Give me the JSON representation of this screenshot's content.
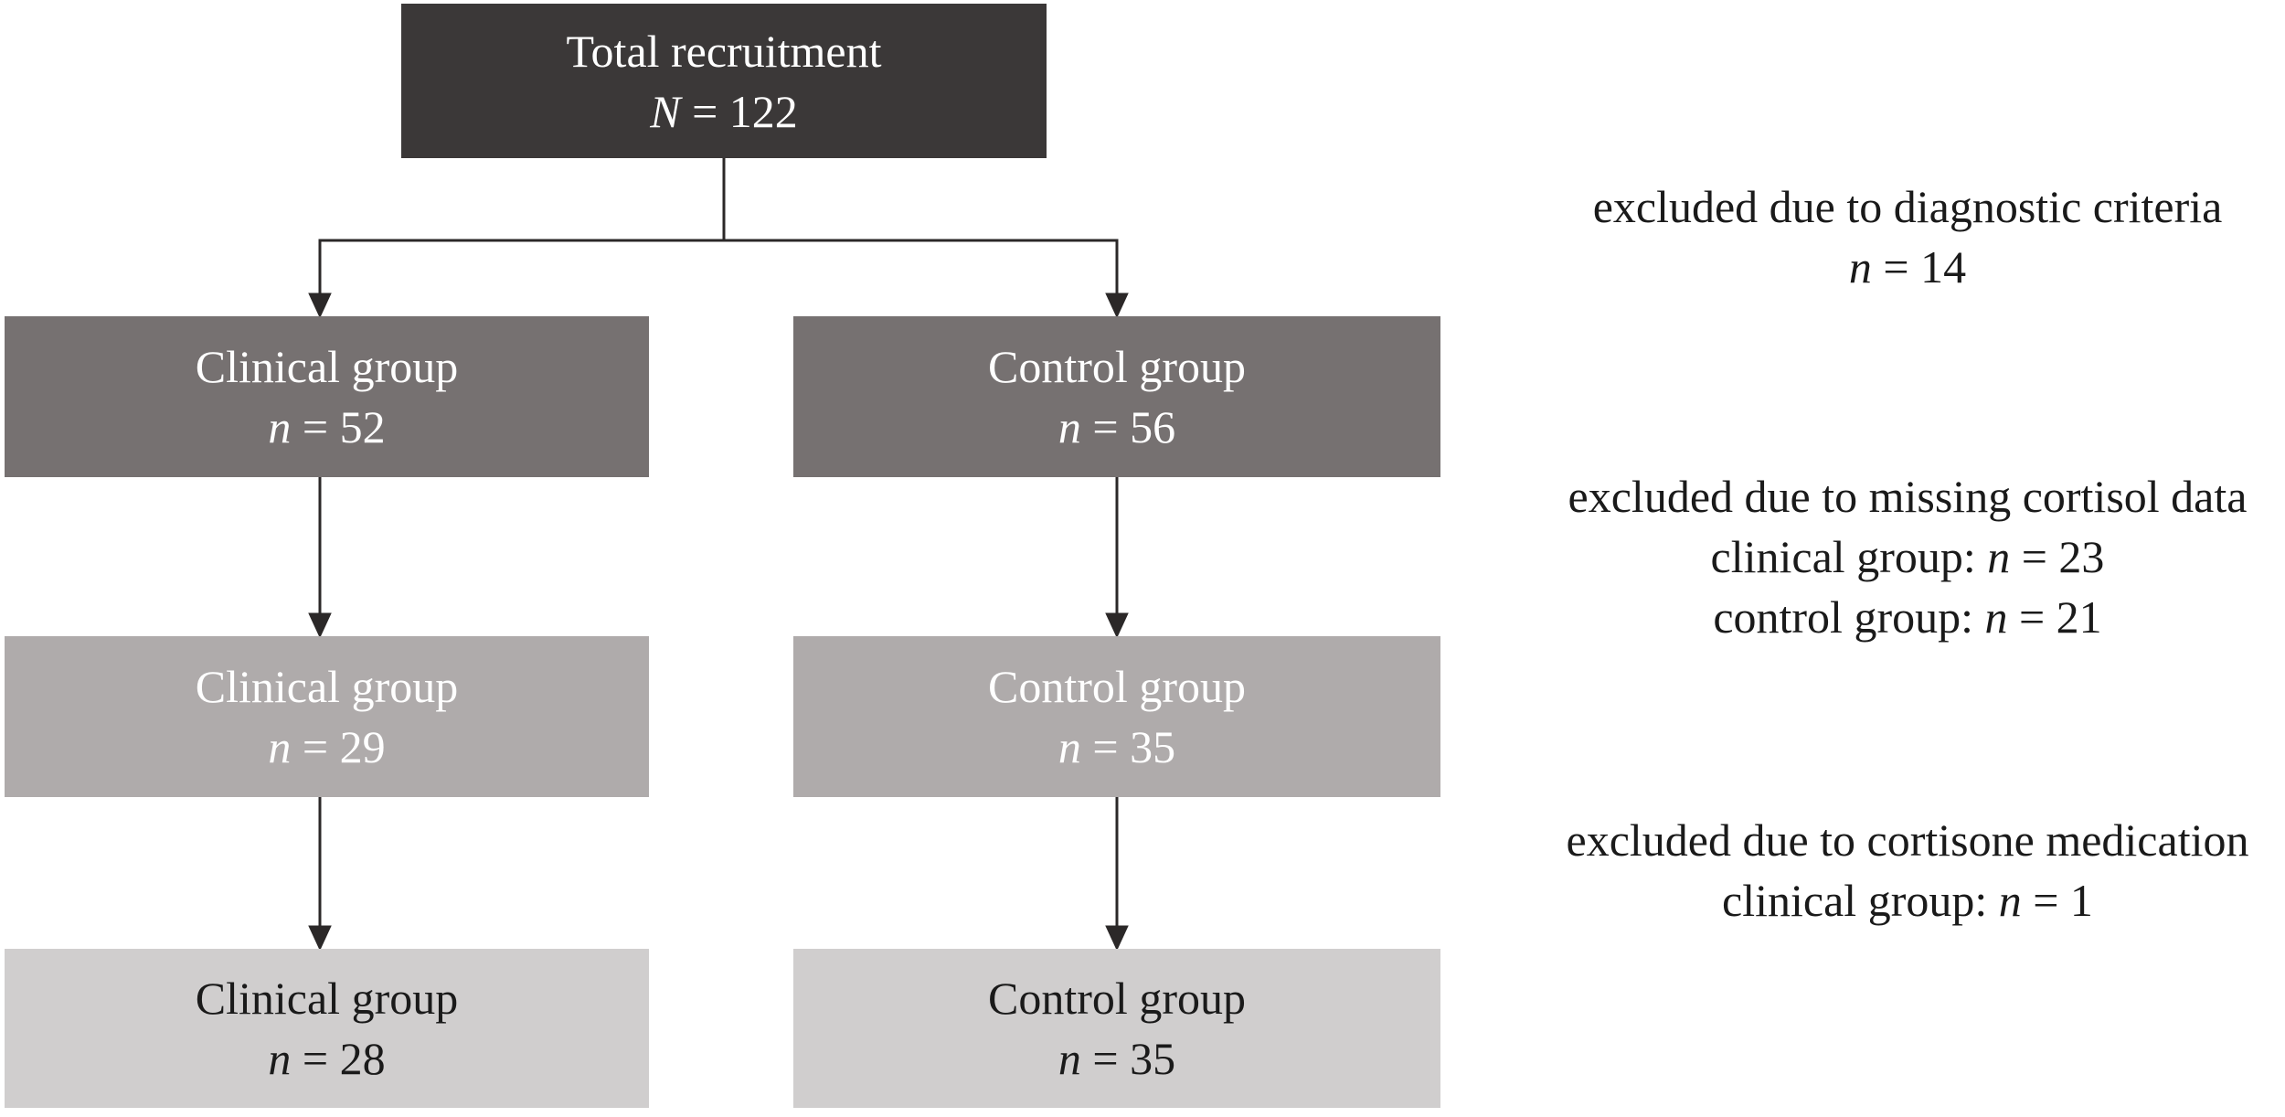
{
  "palette": {
    "background": "#FFFFFF",
    "level1": "#3B3838",
    "level2": "#767171",
    "level3": "#AFABAB",
    "level4": "#D0CECE",
    "connector": "#2B2828",
    "text_light": "#FFFFFF",
    "text_dark": "#1A1A1A"
  },
  "nodes": {
    "total": {
      "title": "Total recruitment",
      "n_symbol": "N",
      "n_rest": " = 122"
    },
    "clinical_52": {
      "title": "Clinical group",
      "n_symbol": "n",
      "n_rest": " = 52"
    },
    "control_56": {
      "title": "Control group",
      "n_symbol": "n",
      "n_rest": " = 56"
    },
    "clinical_29": {
      "title": "Clinical group",
      "n_symbol": "n",
      "n_rest": " = 29"
    },
    "control_35_mid": {
      "title": "Control group",
      "n_symbol": "n",
      "n_rest": " = 35"
    },
    "clinical_28": {
      "title": "Clinical group",
      "n_symbol": "n",
      "n_rest": " = 28"
    },
    "control_35_final": {
      "title": "Control group",
      "n_symbol": "n",
      "n_rest": " = 35"
    }
  },
  "annotations": {
    "diagnostic": {
      "line1": "excluded due to diagnostic criteria",
      "line2_symbol": "n",
      "line2_rest": " = 14"
    },
    "cortisol": {
      "line1": "excluded due to missing cortisol data",
      "line2_pre": "clinical group: ",
      "line2_symbol": "n",
      "line2_rest": " = 23",
      "line3_pre": "control group: ",
      "line3_symbol": "n",
      "line3_rest": " = 21"
    },
    "cortisone": {
      "line1": "excluded due to cortisone medication",
      "line2_pre": "clinical group: ",
      "line2_symbol": "n",
      "line2_rest": " = 1"
    }
  }
}
